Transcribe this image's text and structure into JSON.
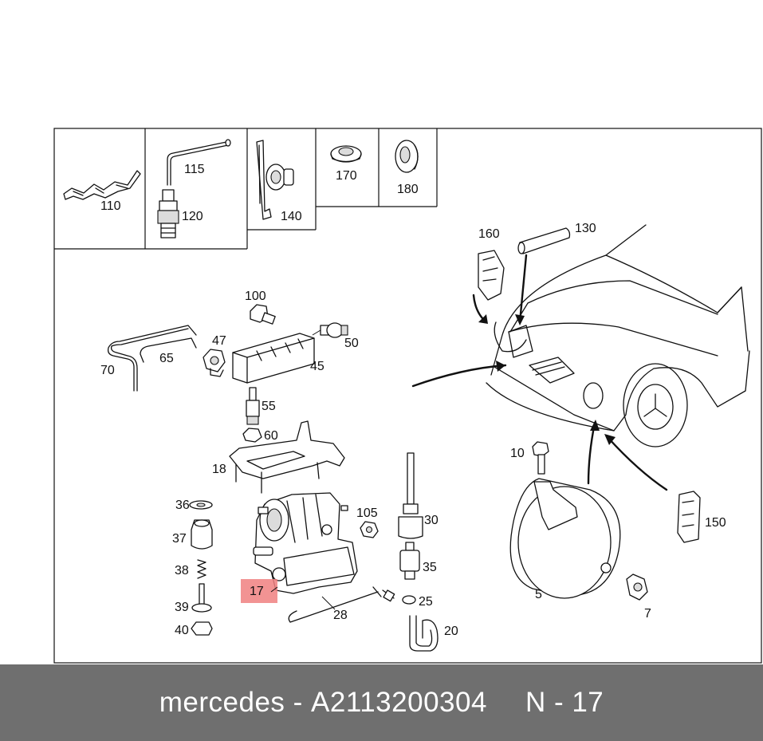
{
  "labels": {
    "p110": "110",
    "p115": "115",
    "p120": "120",
    "p140": "140",
    "p170": "170",
    "p180": "180",
    "p160": "160",
    "p130": "130",
    "p100": "100",
    "p47": "47",
    "p50": "50",
    "p45": "45",
    "p70": "70",
    "p65": "65",
    "p55": "55",
    "p60": "60",
    "p18": "18",
    "p36": "36",
    "p37": "37",
    "p38": "38",
    "p39": "39",
    "p40": "40",
    "p17": "17",
    "p28": "28",
    "p105": "105",
    "p30": "30",
    "p35": "35",
    "p25": "25",
    "p20": "20",
    "p10": "10",
    "p5": "5",
    "p7": "7",
    "p150": "150"
  },
  "highlight_color": "#f08080",
  "footer": {
    "brand": "mercedes",
    "separator": "-",
    "part_number": "A2113200304",
    "ref": "N - 17"
  }
}
